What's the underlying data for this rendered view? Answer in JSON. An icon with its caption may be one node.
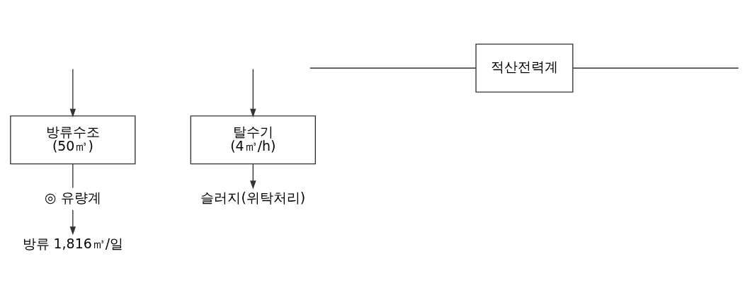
{
  "diagram": {
    "nodes": [
      {
        "text": [
          "방류수조",
          "(50㎥)"
        ]
      },
      {
        "text": [
          "◎ 유량계"
        ]
      },
      {
        "text": [
          "방류 1,816㎥/일"
        ]
      },
      {
        "text": [
          "탈수기",
          "(4㎥/h)"
        ]
      },
      {
        "text": [
          "슬러지(위탁처리)"
        ]
      },
      {
        "text": [
          "적산전력계"
        ]
      }
    ],
    "edges": [
      {
        "from": null,
        "to": 0,
        "arrow": "to"
      },
      {
        "from": 0,
        "to": 1,
        "arrow": "none"
      },
      {
        "from": 1,
        "to": 2,
        "arrow": "to"
      },
      {
        "from": null,
        "to": 3,
        "arrow": "to"
      },
      {
        "from": 3,
        "to": 4,
        "arrow": "to"
      },
      {
        "from": null,
        "to": 5,
        "arrow": "none"
      },
      {
        "from": 5,
        "to": null,
        "arrow": "none"
      }
    ]
  }
}
